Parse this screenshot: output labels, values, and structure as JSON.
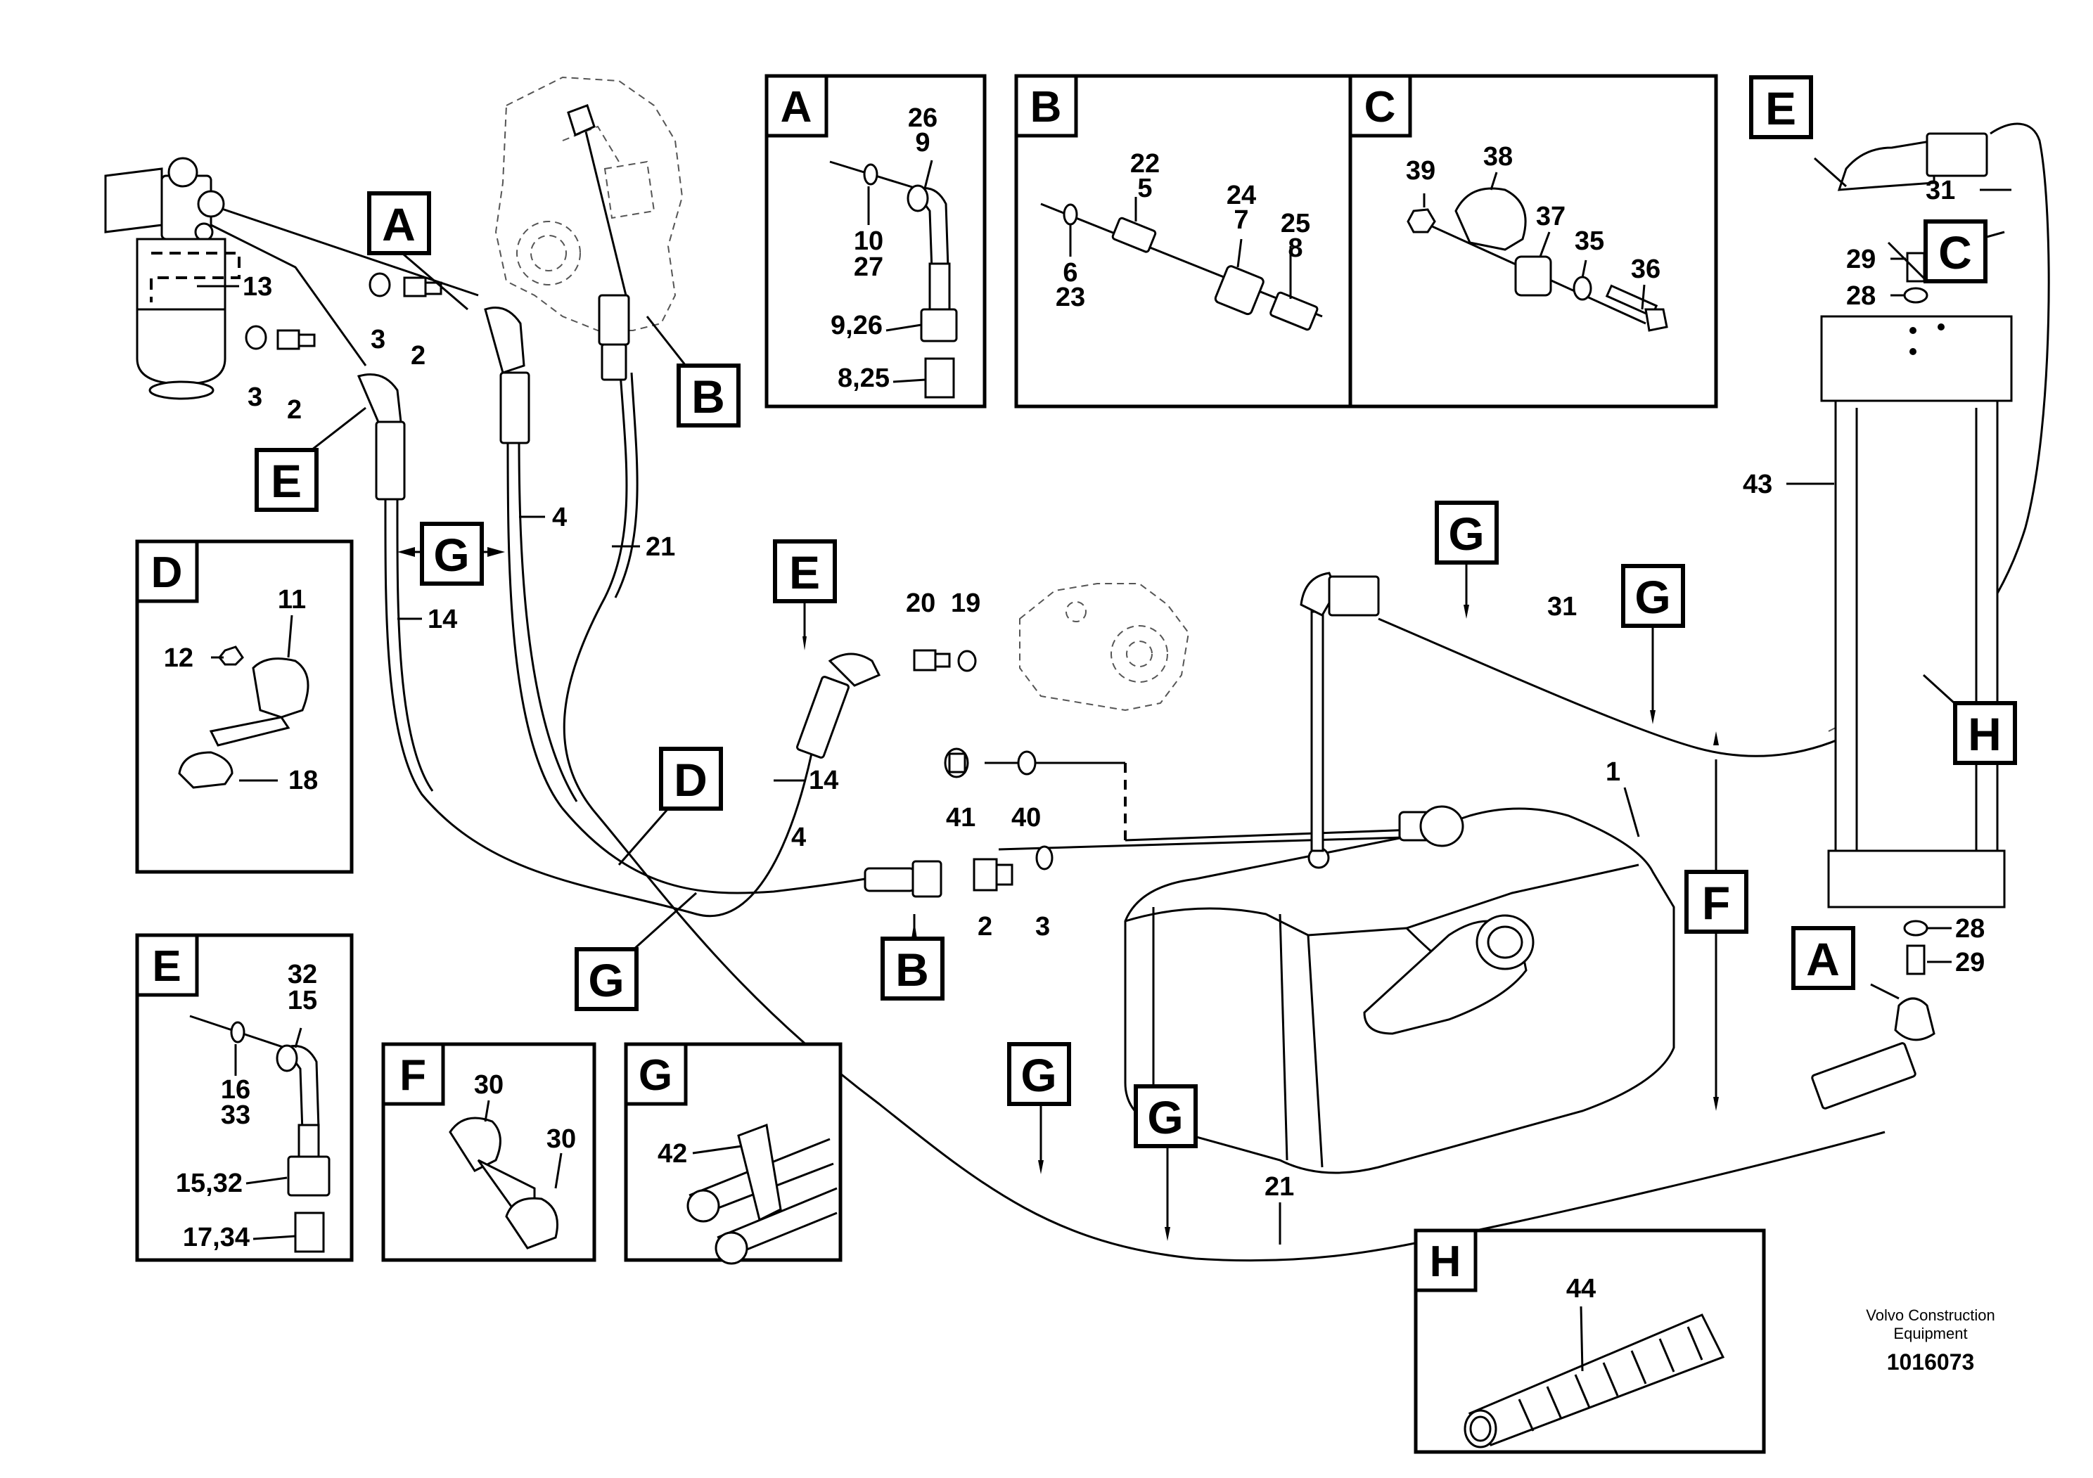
{
  "callouts": {
    "A": "A",
    "B": "B",
    "C": "C",
    "D": "D",
    "E": "E",
    "F": "F",
    "G": "G",
    "H": "H"
  },
  "panels": {
    "A": {
      "title": "A",
      "labels": [
        "26",
        "9",
        "10",
        "27",
        "9,26",
        "8,25"
      ]
    },
    "B": {
      "title": "B",
      "labels": [
        "22",
        "5",
        "24",
        "7",
        "25",
        "8",
        "6",
        "23"
      ]
    },
    "C": {
      "title": "C",
      "labels": [
        "39",
        "38",
        "37",
        "35",
        "36"
      ]
    },
    "D": {
      "title": "D",
      "labels": [
        "11",
        "12",
        "18"
      ]
    },
    "E": {
      "title": "E",
      "labels": [
        "32",
        "15",
        "16",
        "33",
        "15,32",
        "17,34"
      ]
    },
    "F": {
      "title": "F",
      "labels": [
        "30",
        "30"
      ]
    },
    "G": {
      "title": "G",
      "labels": [
        "42"
      ]
    },
    "H": {
      "title": "H",
      "labels": [
        "44"
      ]
    }
  },
  "part_numbers": [
    "13",
    "3",
    "2",
    "3",
    "2",
    "4",
    "21",
    "14",
    "20",
    "19",
    "14",
    "4",
    "41",
    "40",
    "2",
    "3",
    "1",
    "31",
    "31",
    "29",
    "28",
    "43",
    "28",
    "29",
    "21"
  ],
  "credit": {
    "line1": "Volvo Construction",
    "line2": "Equipment",
    "number": "1016073"
  }
}
